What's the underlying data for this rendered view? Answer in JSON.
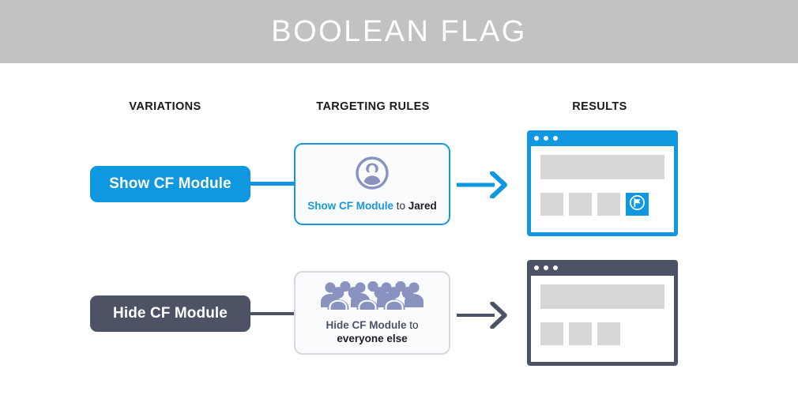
{
  "banner": {
    "title": "BOOLEAN FLAG",
    "background_color": "#c2c2c2",
    "text_color": "#ffffff"
  },
  "columns": [
    {
      "id": "variations",
      "label": "VARIATIONS"
    },
    {
      "id": "targeting-rules",
      "label": "TARGETING RULES"
    },
    {
      "id": "results",
      "label": "RESULTS"
    }
  ],
  "colors": {
    "accent_blue": "#0f97e0",
    "slate": "#4d5265",
    "icon_purple": "#8a92c0",
    "placeholder_gray": "#d7d7d7",
    "card_background": "#f9fbfd",
    "card_border_gray": "#d5d8e0"
  },
  "rows": [
    {
      "id": "show-cf-module",
      "variation": {
        "label": "Show CF Module",
        "color": "#0f97e0",
        "text_color": "#ffffff"
      },
      "rule": {
        "icon": "single-person-icon",
        "icon_color": "#8a92c0",
        "border_color": "#1896e0",
        "text_parts": [
          {
            "text": "Show CF Module",
            "style": "blue-bold"
          },
          {
            "text": " to ",
            "style": "regular"
          },
          {
            "text": "Jared",
            "style": "dark-bold"
          }
        ]
      },
      "arrow": {
        "color": "#0f97e0"
      },
      "result": {
        "frame_color": "#0f97e0",
        "dots": 3,
        "hero_block": true,
        "tiles": [
          {
            "type": "placeholder"
          },
          {
            "type": "placeholder"
          },
          {
            "type": "placeholder"
          },
          {
            "type": "flag-module",
            "color": "#0f97e0",
            "icon": "flag-circle-icon"
          }
        ]
      }
    },
    {
      "id": "hide-cf-module",
      "variation": {
        "label": "Hide CF Module",
        "color": "#4d5265",
        "text_color": "#ffffff"
      },
      "rule": {
        "icon": "crowd-of-people-icon",
        "icon_color": "#8a92c0",
        "border_color": "#d5d8e0",
        "text_parts": [
          {
            "text": "Hide CF Module",
            "style": "slate-bold"
          },
          {
            "text": " to",
            "style": "regular"
          },
          {
            "text": "everyone else",
            "style": "dark-bold"
          }
        ]
      },
      "arrow": {
        "color": "#4d5265"
      },
      "result": {
        "frame_color": "#4d5265",
        "dots": 3,
        "hero_block": true,
        "tiles": [
          {
            "type": "placeholder"
          },
          {
            "type": "placeholder"
          },
          {
            "type": "placeholder"
          }
        ]
      }
    }
  ]
}
